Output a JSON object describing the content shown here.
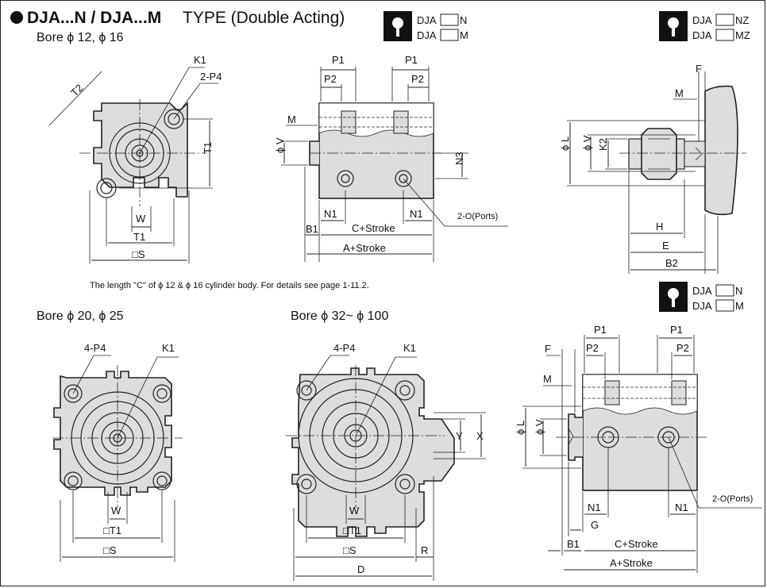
{
  "header": {
    "title_bold_1": "DJA...N / DJA...M",
    "title_normal": " TYPE (Double Acting)",
    "bore_small": "Bore ϕ 12, ϕ 16"
  },
  "icon_groups": {
    "nm_top": [
      "DJA",
      "N",
      "DJA",
      "M"
    ],
    "nzmz": [
      "DJA",
      "NZ",
      "DJA",
      "MZ"
    ],
    "nm_bottom": [
      "DJA",
      "N",
      "DJA",
      "M"
    ]
  },
  "note": "The length \"C\" of  ϕ 12 & ϕ 16 cylinder body. For details see page 1-11.2.",
  "bore_mid": "Bore ϕ 20, ϕ 25",
  "bore_large": "Bore ϕ 32~ ϕ 100",
  "labels": {
    "K1": "K1",
    "P4_2": "2-P4",
    "P4_4": "4-P4",
    "T2": "T2",
    "T1": "T1",
    "W": "W",
    "S": "□S",
    "T1sq": "□T1",
    "P1": "P1",
    "P2": "P2",
    "M": "M",
    "phiV": "ϕ V",
    "N3": "N3",
    "N1": "N1",
    "B1": "B1",
    "C_stroke": "C+Stroke",
    "A_stroke": "A+Stroke",
    "ports": "2-O(Ports)",
    "F": "F",
    "phiL": "ϕ L",
    "K2": "K2",
    "H": "H",
    "E": "E",
    "B2": "B2",
    "Y": "Y",
    "X": "X",
    "R": "R",
    "D": "D",
    "G": "G"
  }
}
